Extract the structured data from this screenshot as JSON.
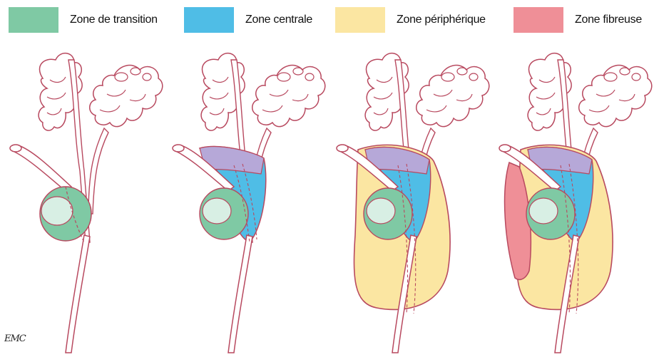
{
  "legend": [
    {
      "key": "transition",
      "label": "Zone de transition",
      "color": "#7fc9a4"
    },
    {
      "key": "centrale",
      "label": "Zone centrale",
      "color": "#4fbde6"
    },
    {
      "key": "peripherique",
      "label": "Zone périphérique",
      "color": "#fbe6a2"
    },
    {
      "key": "fibreuse",
      "label": "Zone fibreuse",
      "color": "#ef8f97"
    }
  ],
  "colors": {
    "outline": "#b8495f",
    "tissue_fill": "#ffffff",
    "bladder_neck": "#b6a8d8"
  },
  "logo_text": "EMC"
}
